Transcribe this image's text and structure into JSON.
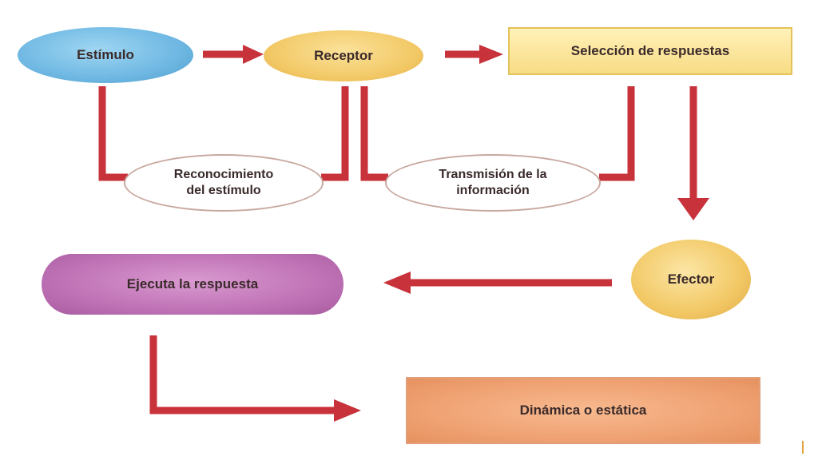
{
  "nodes": {
    "estimulo": "Estímulo",
    "receptor": "Receptor",
    "seleccion": "Selección de respuestas",
    "reconocimiento_1": "Reconocimiento",
    "reconocimiento_2": "del estímulo",
    "transmision_1": "Transmisión de la",
    "transmision_2": "información",
    "efector": "Efector",
    "ejecuta": "Ejecuta la respuesta",
    "dinamica": "Dinámica o estática"
  },
  "colors": {
    "arrow": "#c8323b",
    "estimulo": "#6fb8e3",
    "receptor": "#f2c865",
    "seleccion": "#f8dc85",
    "efector": "#f2c865",
    "ejecuta": "#c073b6",
    "dinamica": "#f0a374",
    "outline": "#c8a8a0"
  }
}
